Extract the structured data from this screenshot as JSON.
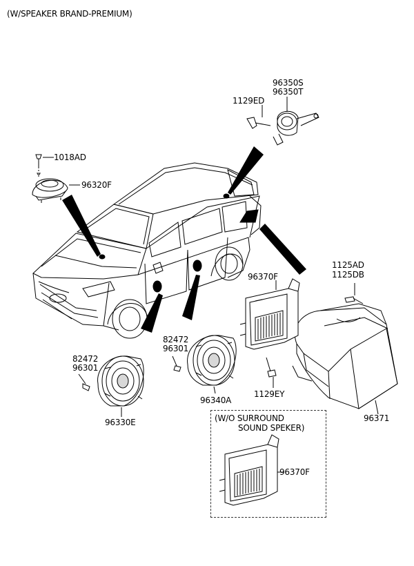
{
  "header": {
    "title": "(W/SPEAKER BRAND-PREMIUM)"
  },
  "parts": {
    "p1129ED": "1129ED",
    "p96350S": "96350S",
    "p96350T": "96350T",
    "p1018AD": "1018AD",
    "p96320F": "96320F",
    "p1125AD": "1125AD",
    "p1125DB": "1125DB",
    "p96370F_main": "96370F",
    "p82472_a": "82472",
    "p96301_a": "96301",
    "p82472_b": "82472",
    "p96301_b": "96301",
    "p96340A": "96340A",
    "p96330E": "96330E",
    "p1129EY": "1129EY",
    "p96371": "96371"
  },
  "variant": {
    "line1": "(W/O SURROUND",
    "line2": "SOUND SPEKER)",
    "part": "96370F"
  },
  "colors": {
    "line": "#000000",
    "fill": "#ffffff",
    "shade": "#d8d8d8"
  }
}
